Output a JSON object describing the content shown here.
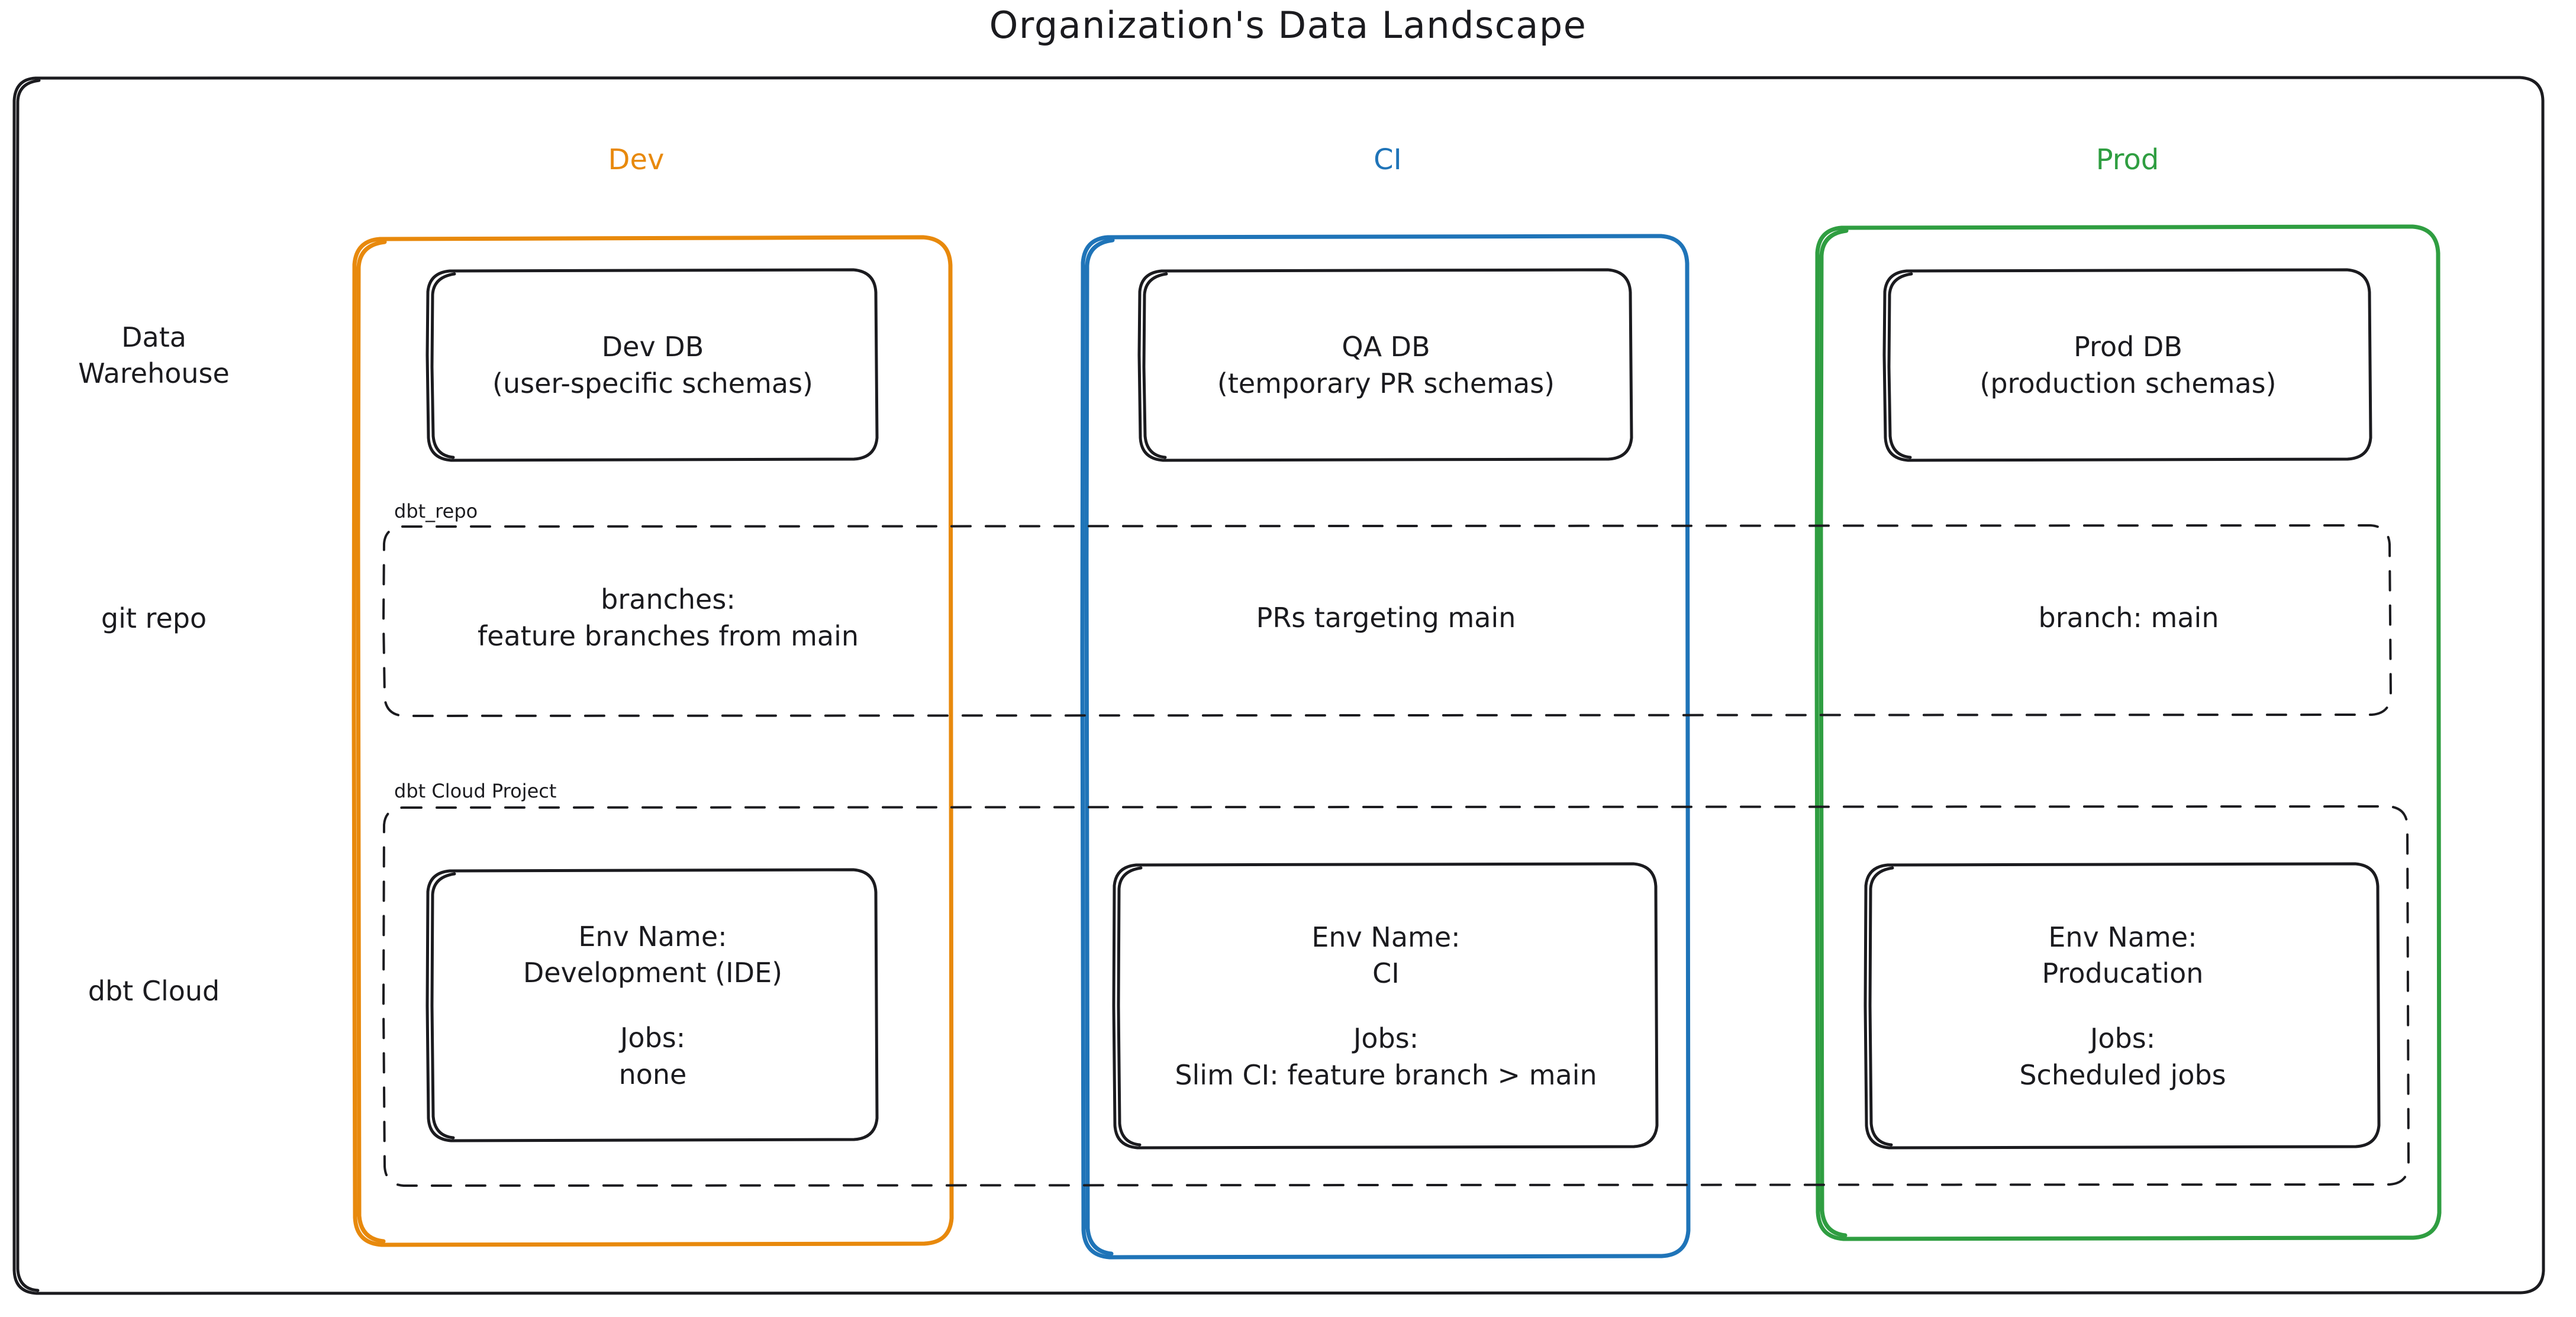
{
  "title": "Organization's Data Landscape",
  "colors": {
    "dev": "#e8890c",
    "ci": "#1f74b8",
    "prod": "#2f9e41",
    "stroke": "#1b1b1f",
    "background": "#ffffff"
  },
  "columns": [
    {
      "id": "dev",
      "label": "Dev"
    },
    {
      "id": "ci",
      "label": "CI"
    },
    {
      "id": "prod",
      "label": "Prod"
    }
  ],
  "rows": [
    {
      "id": "data-warehouse",
      "label": "Data\nWarehouse"
    },
    {
      "id": "git-repo",
      "label": "git repo"
    },
    {
      "id": "dbt-cloud",
      "label": "dbt Cloud"
    }
  ],
  "groups": [
    {
      "id": "dbt-repo",
      "caption": "dbt_repo"
    },
    {
      "id": "dbt-cloud-project",
      "caption": "dbt Cloud Project"
    }
  ],
  "nodes": {
    "warehouse": {
      "dev": {
        "line1": "Dev DB",
        "line2": "(user-specific schemas)"
      },
      "ci": {
        "line1": "QA DB",
        "line2": "(temporary PR schemas)"
      },
      "prod": {
        "line1": "Prod DB",
        "line2": "(production schemas)"
      }
    },
    "git": {
      "dev": {
        "line1": "branches:",
        "line2": "feature branches from main"
      },
      "ci": {
        "line1": "PRs targeting main",
        "line2": ""
      },
      "prod": {
        "line1": "branch: main",
        "line2": ""
      }
    },
    "dbt_cloud": {
      "dev": {
        "env_label": "Env Name:",
        "env_value": "Development (IDE)",
        "jobs_label": "Jobs:",
        "jobs_value": "none"
      },
      "ci": {
        "env_label": "Env Name:",
        "env_value": "CI",
        "jobs_label": "Jobs:",
        "jobs_value": "Slim CI: feature branch > main"
      },
      "prod": {
        "env_label": "Env Name:",
        "env_value": "Producation",
        "jobs_label": "Jobs:",
        "jobs_value": "Scheduled jobs"
      }
    }
  }
}
